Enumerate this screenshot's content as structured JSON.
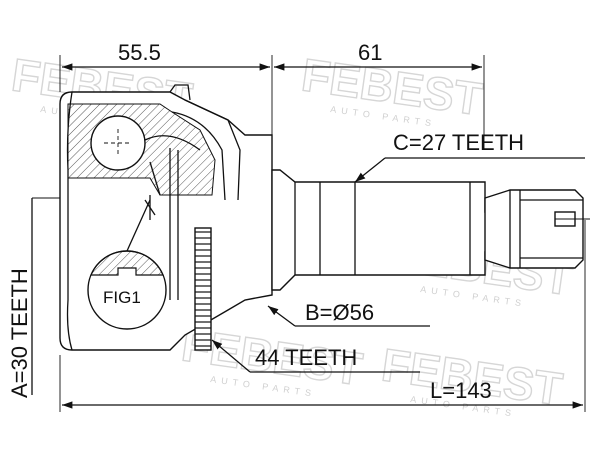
{
  "watermark": {
    "brand": "FEBEST",
    "subtitle": "AUTO PARTS"
  },
  "dimensions": {
    "length_a": "55.5",
    "length_b": "61",
    "total_length": "L=143",
    "outer_teeth": "C=27 TEETH",
    "inner_teeth": "A=30 TEETH",
    "diameter": "B=Ø56",
    "abs_ring_teeth": "44 TEETH"
  },
  "figure_label": "FIG1"
}
